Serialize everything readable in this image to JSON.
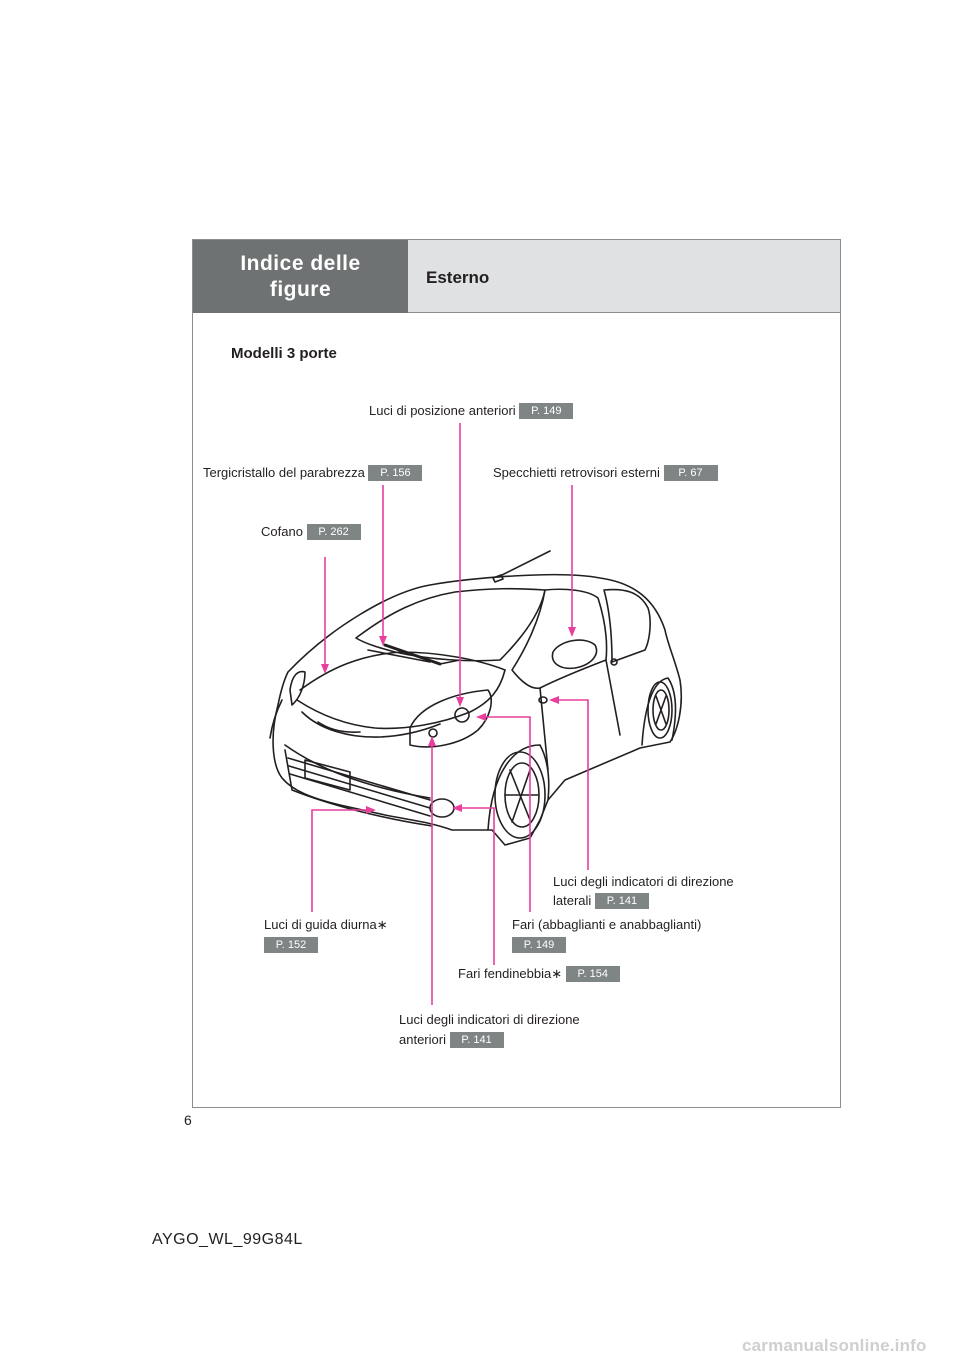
{
  "header": {
    "section_title": "Indice delle figure",
    "section_title_lines": [
      "Indice delle",
      "figure"
    ],
    "topic": "Esterno"
  },
  "subtitle": "Modelli 3 porte",
  "callouts": {
    "front_position": {
      "label": "Luci di posizione anteriori",
      "page": "P. 149"
    },
    "wiper": {
      "label": "Tergicristallo del parabrezza",
      "page": "P. 156"
    },
    "mirrors": {
      "label": "Specchietti retrovisori esterni",
      "page": "P. 67"
    },
    "hood": {
      "label": "Cofano",
      "page": "P. 262"
    },
    "side_turn": {
      "label_line1": "Luci degli indicatori di direzione",
      "label_line2": "laterali",
      "page": "P. 141"
    },
    "drl": {
      "label": "Luci di guida diurna∗",
      "page": "P. 152"
    },
    "headlights": {
      "label": "Fari (abbaglianti e anabbaglianti)",
      "page": "P. 149"
    },
    "fog": {
      "label": "Fari fendinebbia∗",
      "page": "P. 154"
    },
    "front_turn": {
      "label_line1": "Luci degli indicatori di direzione",
      "label_line2": "anteriori",
      "page": "P. 141"
    }
  },
  "page_number": "6",
  "doc_code": "AYGO_WL_99G84L",
  "watermark": "carmanualsonline.info",
  "colors": {
    "header_dark": "#6f7272",
    "header_light": "#dfe1e2",
    "leader_lines": "#e83e9e",
    "page_badge": "#7f8485"
  }
}
